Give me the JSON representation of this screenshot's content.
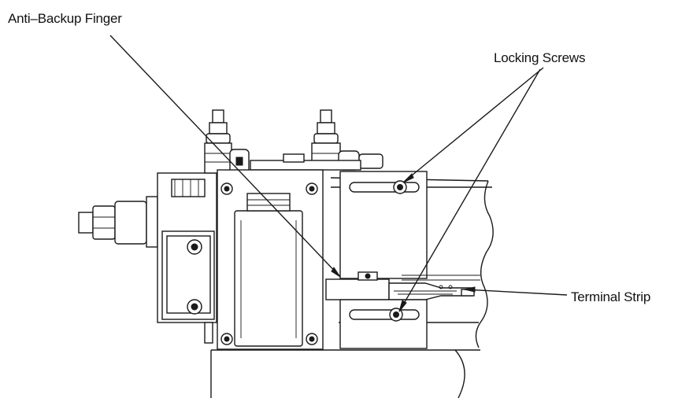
{
  "callouts": {
    "anti_backup_finger": "Anti–Backup Finger",
    "locking_screws": "Locking Screws",
    "terminal_strip": "Terminal Strip"
  },
  "colors": {
    "line": "#1a1a1a",
    "background": "#ffffff"
  }
}
